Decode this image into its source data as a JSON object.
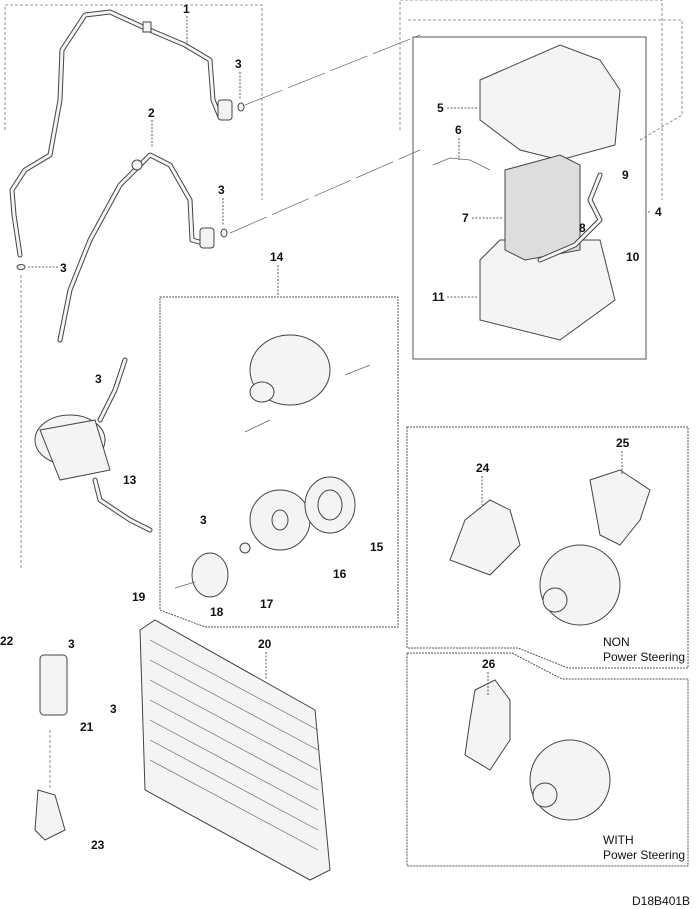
{
  "diagram": {
    "title": "Air Conditioning System Exploded View",
    "drawing_id": "D18B401B",
    "callouts": {
      "c1": "1",
      "c2": "2",
      "c3a": "3",
      "c3b": "3",
      "c3c": "3",
      "c3d": "3",
      "c3e": "3",
      "c3f": "3",
      "c3g": "3",
      "c4": "4",
      "c5": "5",
      "c6": "6",
      "c7": "7",
      "c8": "8",
      "c9": "9",
      "c10": "10",
      "c11": "11",
      "c13": "13",
      "c14": "14",
      "c15": "15",
      "c16": "16",
      "c17": "17",
      "c18": "18",
      "c19": "19",
      "c20": "20",
      "c21": "21",
      "c22": "22",
      "c23": "23",
      "c24": "24",
      "c25": "25",
      "c26": "26"
    },
    "panels": {
      "non_ps": {
        "line1": "NON",
        "line2": "Power Steering"
      },
      "with_ps": {
        "line1": "WITH",
        "line2": "Power Steering"
      }
    }
  }
}
